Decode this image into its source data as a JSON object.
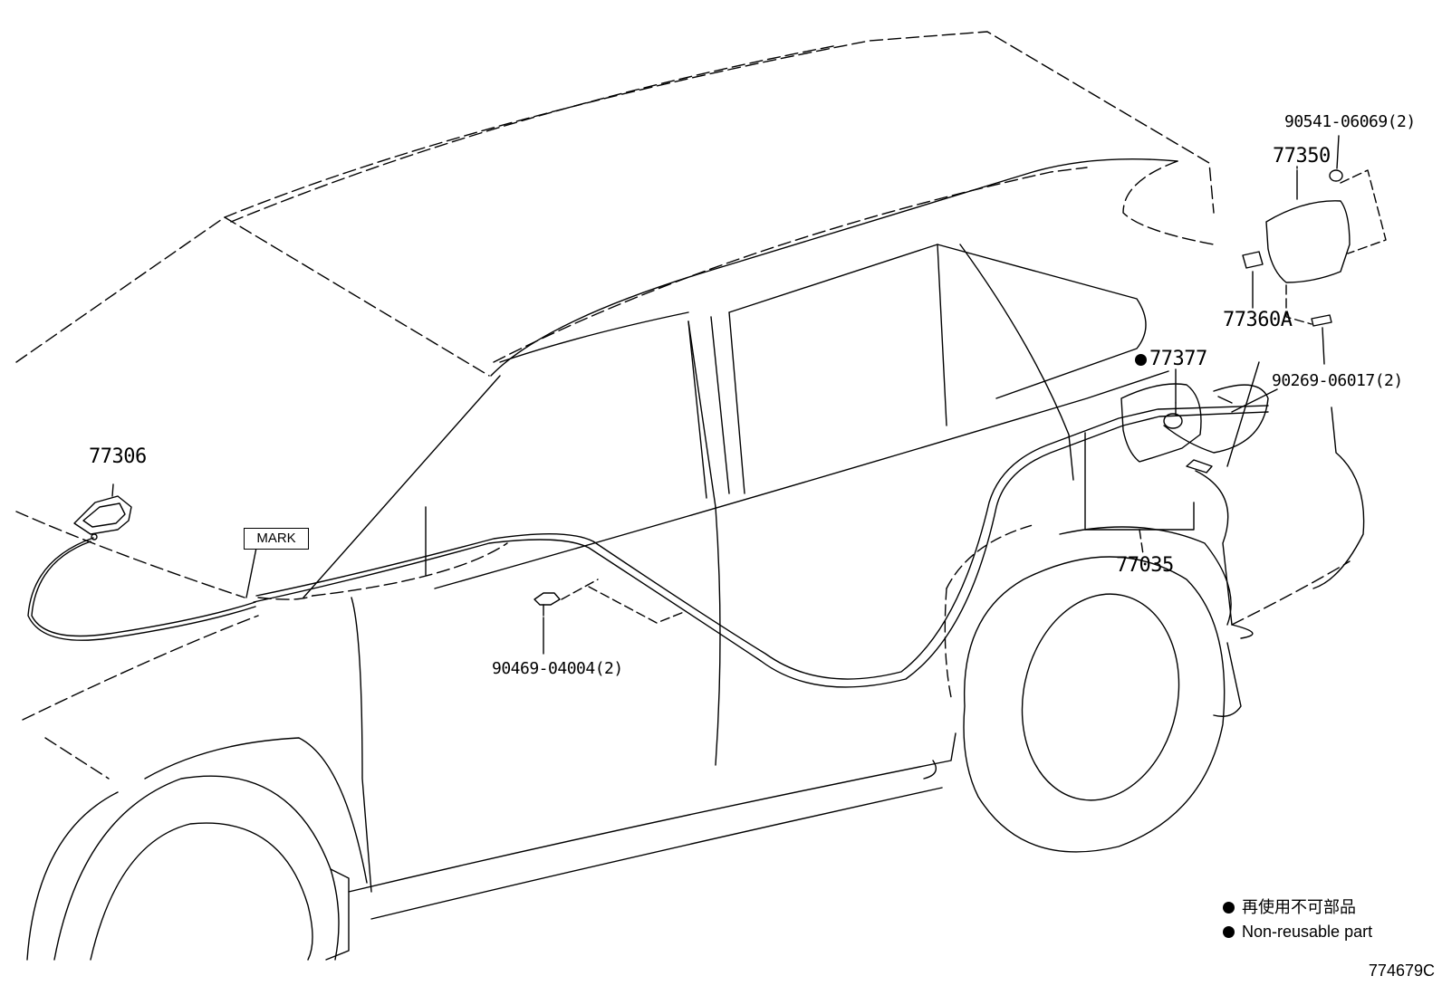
{
  "labels": {
    "p77306": "77306",
    "p77350": "77350",
    "p90541": "90541-06069(2)",
    "p77360a": "77360A",
    "p77377": "77377",
    "p90269": "90269-06017(2)",
    "p77035": "77035",
    "p90469": "90469-04004(2)",
    "mark": "MARK"
  },
  "legend": {
    "jp": "再使用不可部品",
    "en": "Non-reusable part"
  },
  "figure_number": "774679C"
}
